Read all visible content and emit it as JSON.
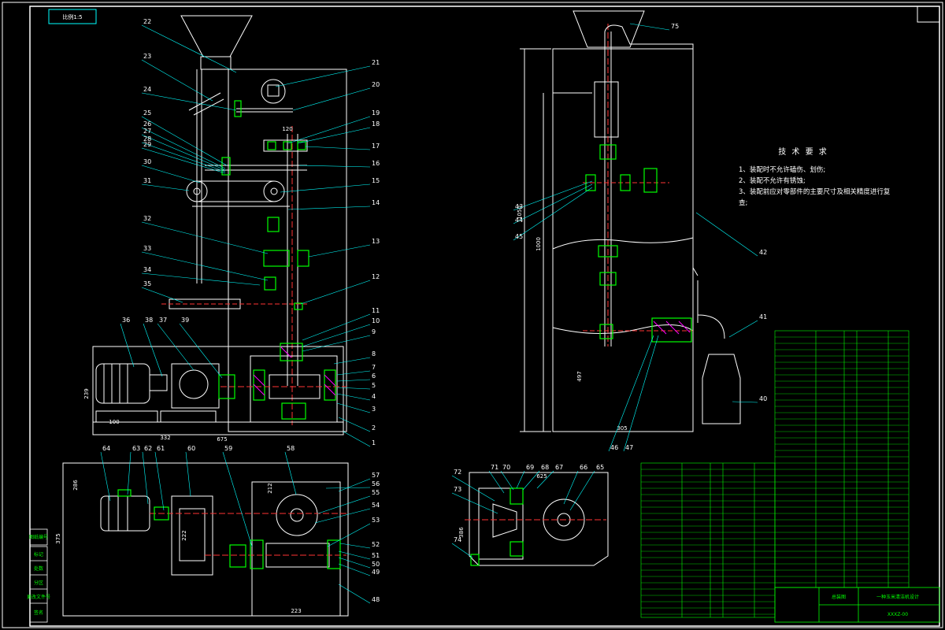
{
  "drawing": {
    "scale_note": "比例1:5",
    "side_stamp": "图纸编号",
    "tech_requirements": {
      "title": "技 术 要 求",
      "items": [
        "1、装配时不允许磕伤、划伤;",
        "2、装配不允许有锈蚀;",
        "3、装配前应对零部件的主要尺寸及相关精度进行复",
        "查;"
      ]
    },
    "dimensions": [
      "120",
      "239",
      "100",
      "332",
      "675",
      "286",
      "375",
      "222",
      "223",
      "1050",
      "1000",
      "497",
      "305",
      "386",
      "212",
      "625"
    ],
    "title_block": {
      "name": "总装图",
      "subtitle": "一种玉米清洁机设计",
      "code": "XXXZ-00"
    },
    "side_table": [
      "标记",
      "处数",
      "分区",
      "更改文件号",
      "签名"
    ]
  },
  "parts": [
    {
      "n": "1"
    },
    {
      "n": "2"
    },
    {
      "n": "3"
    },
    {
      "n": "4"
    },
    {
      "n": "5"
    },
    {
      "n": "6"
    },
    {
      "n": "7"
    },
    {
      "n": "8"
    },
    {
      "n": "9"
    },
    {
      "n": "10"
    },
    {
      "n": "11"
    },
    {
      "n": "12"
    },
    {
      "n": "13"
    },
    {
      "n": "14"
    },
    {
      "n": "15"
    },
    {
      "n": "16"
    },
    {
      "n": "17"
    },
    {
      "n": "18"
    },
    {
      "n": "19"
    },
    {
      "n": "20"
    },
    {
      "n": "21"
    },
    {
      "n": "22"
    },
    {
      "n": "23"
    },
    {
      "n": "24"
    },
    {
      "n": "25"
    },
    {
      "n": "26"
    },
    {
      "n": "27"
    },
    {
      "n": "28"
    },
    {
      "n": "29"
    },
    {
      "n": "30"
    },
    {
      "n": "31"
    },
    {
      "n": "32"
    },
    {
      "n": "33"
    },
    {
      "n": "34"
    },
    {
      "n": "35"
    },
    {
      "n": "36"
    },
    {
      "n": "37"
    },
    {
      "n": "38"
    },
    {
      "n": "39"
    },
    {
      "n": "40"
    },
    {
      "n": "41"
    },
    {
      "n": "42"
    },
    {
      "n": "43"
    },
    {
      "n": "44"
    },
    {
      "n": "45"
    },
    {
      "n": "46"
    },
    {
      "n": "47"
    },
    {
      "n": "48"
    },
    {
      "n": "49"
    },
    {
      "n": "50"
    },
    {
      "n": "51"
    },
    {
      "n": "52"
    },
    {
      "n": "53"
    },
    {
      "n": "54"
    },
    {
      "n": "55"
    },
    {
      "n": "56"
    },
    {
      "n": "57"
    },
    {
      "n": "58"
    },
    {
      "n": "59"
    },
    {
      "n": "60"
    },
    {
      "n": "61"
    },
    {
      "n": "62"
    },
    {
      "n": "63"
    },
    {
      "n": "64"
    },
    {
      "n": "65"
    },
    {
      "n": "66"
    },
    {
      "n": "67"
    },
    {
      "n": "68"
    },
    {
      "n": "69"
    },
    {
      "n": "70"
    },
    {
      "n": "71"
    },
    {
      "n": "72"
    },
    {
      "n": "73"
    },
    {
      "n": "74"
    },
    {
      "n": "75"
    }
  ],
  "colors": {
    "background": "#000000",
    "outline": "#ffffff",
    "leader": "#00ffff",
    "bom": "#00ff00",
    "part_green": "#00ff00",
    "hatch": "#ff00ff",
    "centerline": "#ff3333",
    "accent_blue": "#3355ff"
  }
}
